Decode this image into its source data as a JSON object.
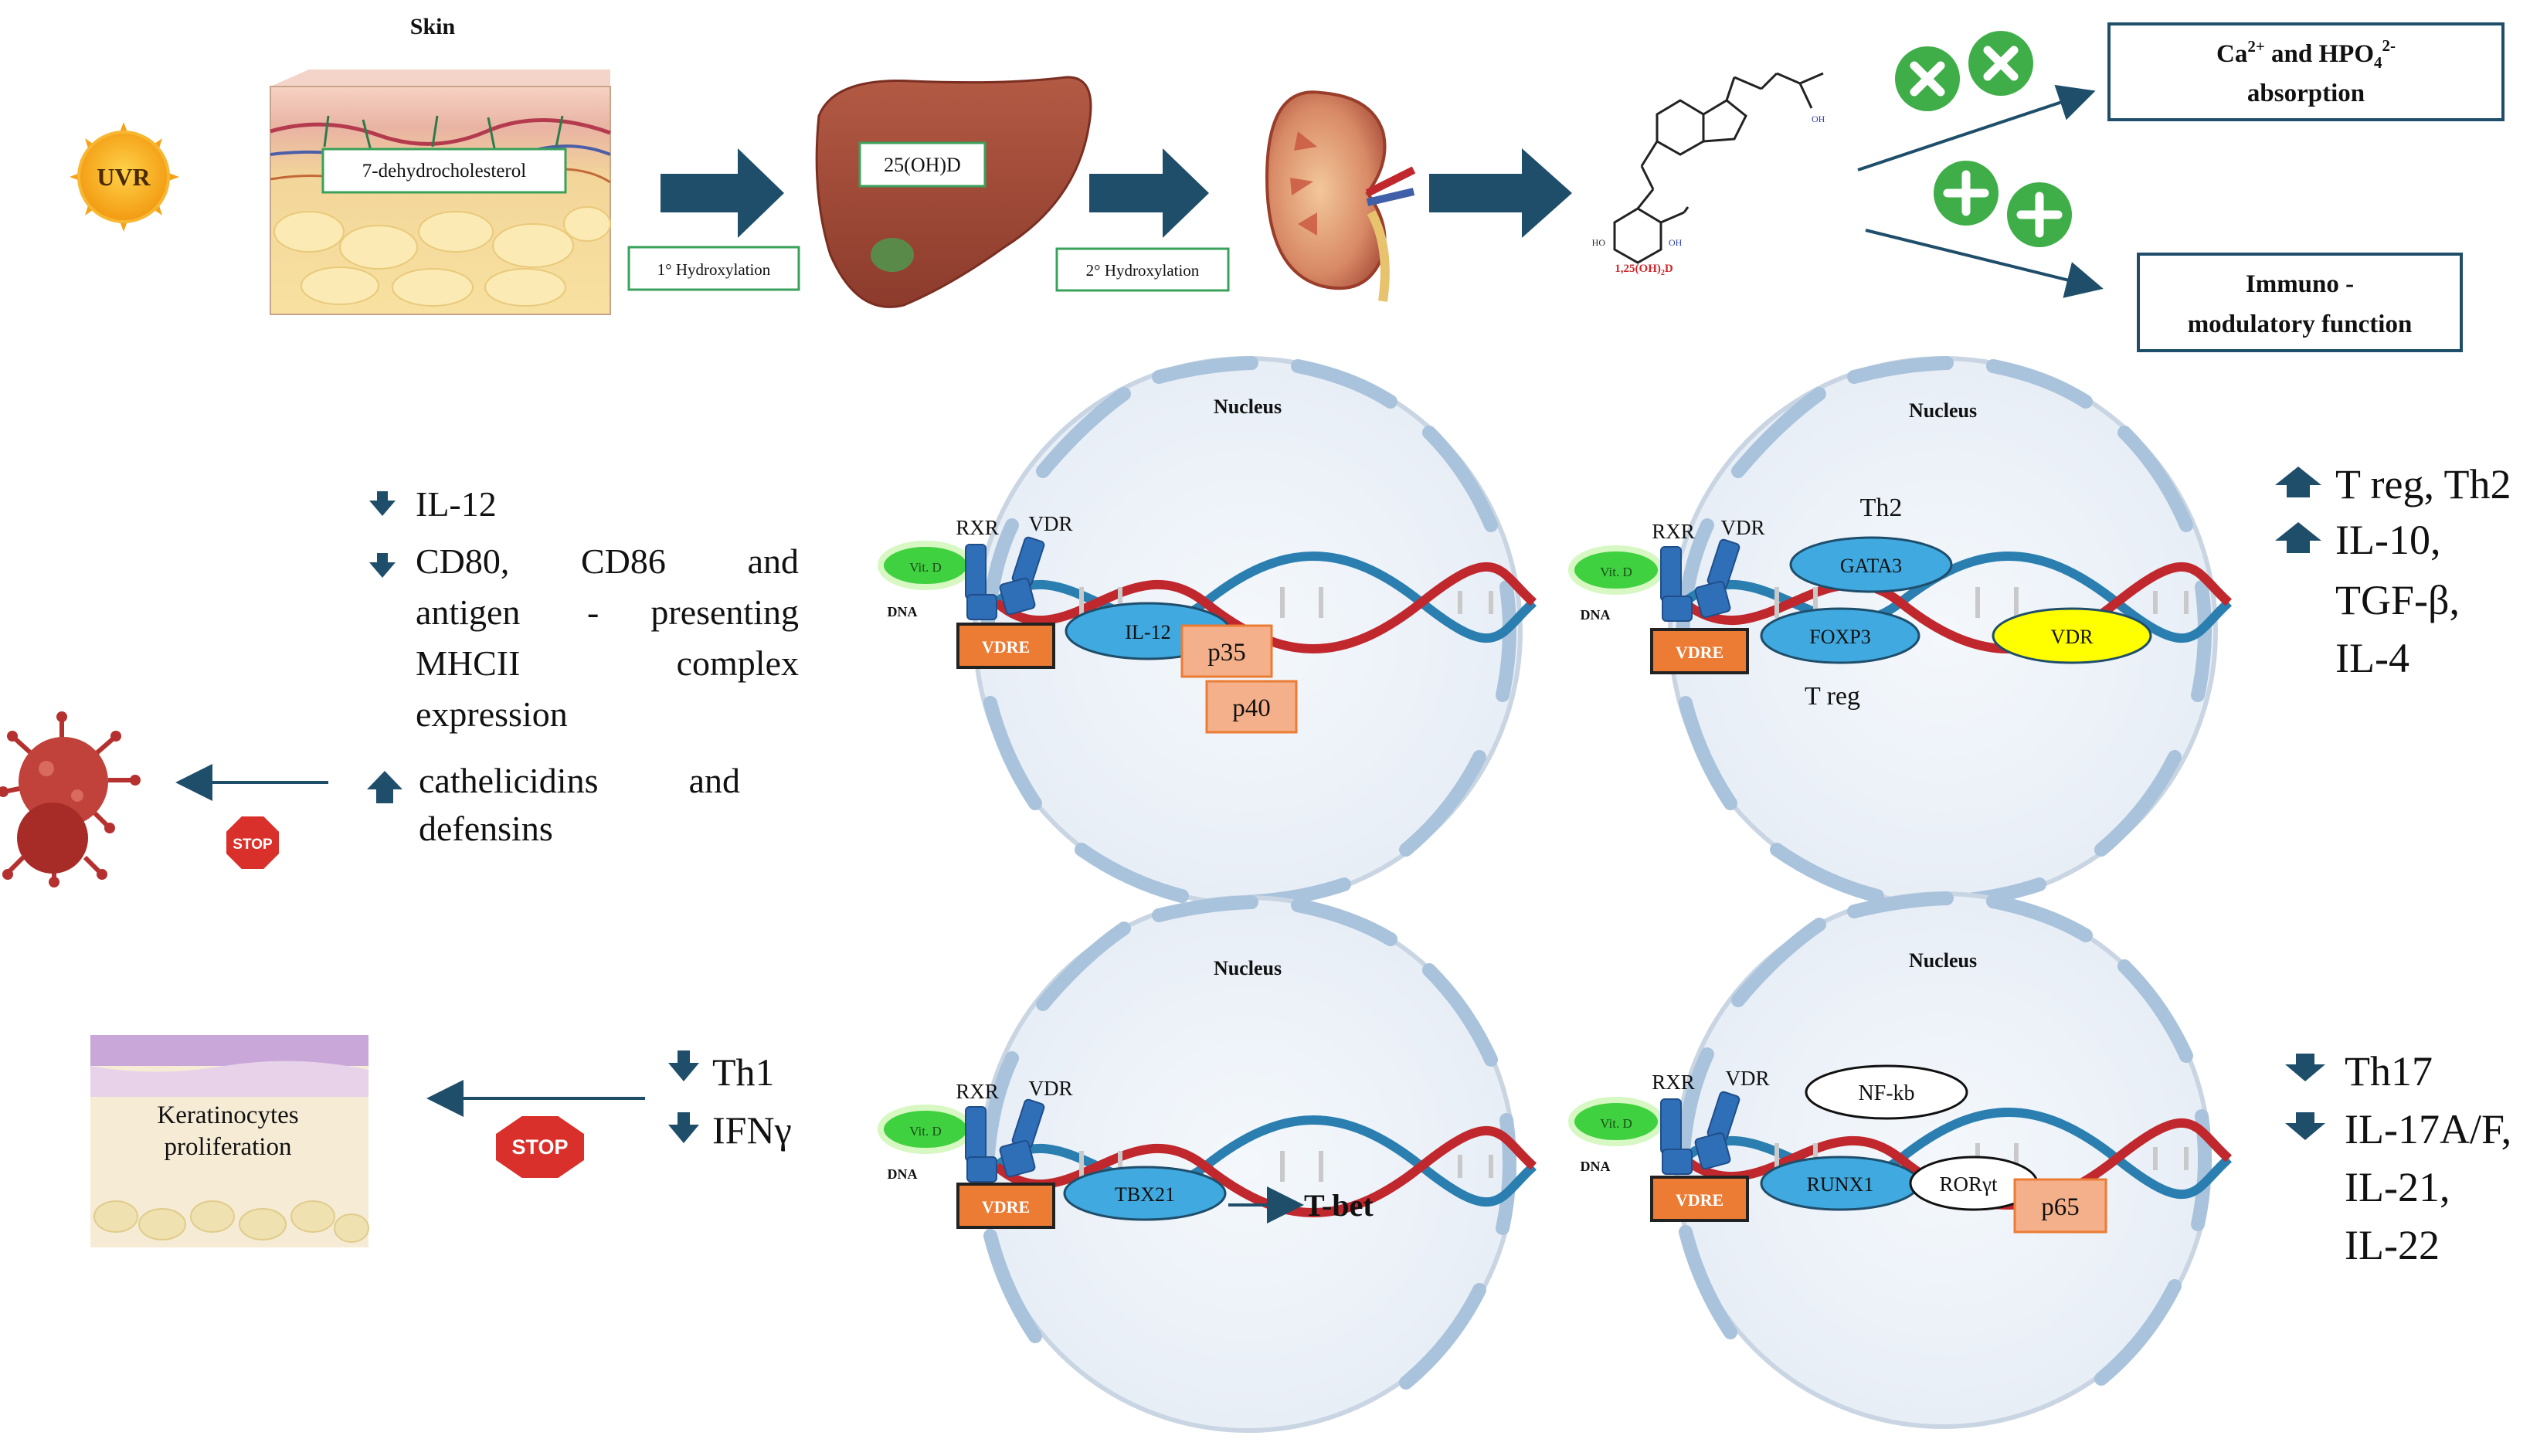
{
  "pathway": {
    "uvr": "UVR",
    "skin_title": "Skin",
    "skin_compound": "7-dehydrocholesterol",
    "step1": "1° Hydroxylation",
    "liver_compound": "25(OH)D",
    "step2": "2° Hydroxylation",
    "active_form": "1,25(OH)",
    "active_form_sub": "2",
    "active_form_suffix": "D",
    "chem_oh1": "HO",
    "chem_oh2": "OH",
    "chem_oh3": "OH"
  },
  "outcomes": {
    "absorption_line1_a": "Ca",
    "absorption_line1_sup1": "2+",
    "absorption_line1_b": " and HPO",
    "absorption_line1_sub": "4",
    "absorption_line1_sup2": "2-",
    "absorption_line2": "absorption",
    "immuno_line1": "Immuno -",
    "immuno_line2": "modulatory function"
  },
  "cells": {
    "nucleus": "Nucleus",
    "vitd": "Vit. D",
    "dna": "DNA",
    "rxr": "RXR",
    "vdr": "VDR",
    "vdre": "VDRE",
    "c1_il12": "IL-12",
    "c1_p35": "p35",
    "c1_p40": "p40",
    "c2_th2": "Th2",
    "c2_gata3": "GATA3",
    "c2_foxp3": "FOXP3",
    "c2_vdr": "VDR",
    "c2_treg": "T reg",
    "c3_tbx21": "TBX21",
    "c3_tbet": "T-bet",
    "c4_nfkb": "NF-kb",
    "c4_runx1": "RUNX1",
    "c4_roryt": "RORγt",
    "c4_p65": "p65"
  },
  "effects": {
    "dc_il12": "IL-12",
    "dc_line1_a": "CD80,",
    "dc_line1_b": "CD86",
    "dc_line1_c": "and",
    "dc_line2_a": "antigen",
    "dc_line2_b": "-",
    "dc_line2_c": "presenting",
    "dc_line3_a": "MHCII",
    "dc_line3_b": "complex",
    "dc_line4": "expression",
    "cath_line1_a": "cathelicidins",
    "cath_line1_b": "and",
    "cath_line2": "defensins",
    "stop": "STOP",
    "kerat_line1": "Keratinocytes",
    "kerat_line2": "proliferation",
    "th1": "Th1",
    "ifng": "IFNγ",
    "treg_th2": "T reg, Th2",
    "il10": "IL-10,",
    "tgfb": "TGF-β,",
    "il4": "IL-4",
    "th17": "Th17",
    "il17": "IL-17A/F,",
    "il21": "IL-21,",
    "il22": "IL-22"
  },
  "colors": {
    "arrow": "#1f4e6b",
    "dna_red": "#c0282d",
    "dna_blue": "#2a7fb0",
    "oval_blue": "#3fa9e0",
    "vdre": "#ec7b34",
    "salmon": "#f4b08a",
    "vitd_green": "#3fd13f",
    "yellow": "#ffff00",
    "virus": "#b5312f",
    "stop_red": "#d9302b",
    "cross_green": "#3fae49"
  }
}
